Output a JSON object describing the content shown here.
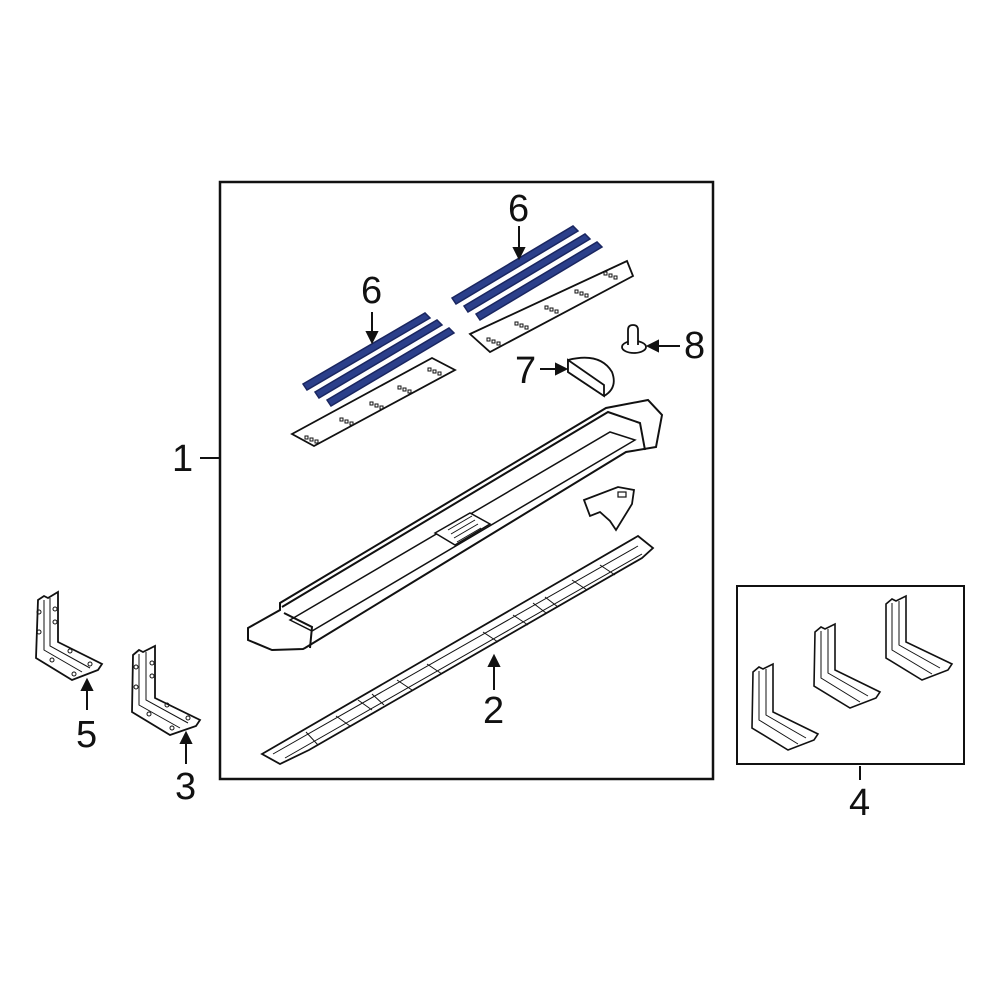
{
  "diagram": {
    "type": "exploded parts diagram",
    "subject": "Running board assembly",
    "colors": {
      "line": "#111111",
      "highlight": "#2b3f8a",
      "highlight_dark": "#1a2660",
      "background": "#ffffff"
    },
    "callouts": [
      {
        "id": "1",
        "label": "1",
        "part": "running-board-assembly"
      },
      {
        "id": "2",
        "label": "2",
        "part": "lower-trim-molding"
      },
      {
        "id": "3",
        "label": "3",
        "part": "mounting-bracket"
      },
      {
        "id": "4",
        "label": "4",
        "part": "mounting-bracket-set"
      },
      {
        "id": "5",
        "label": "5",
        "part": "mounting-bracket"
      },
      {
        "id": "6a",
        "label": "6",
        "part": "step-pad-insert-strips-rear"
      },
      {
        "id": "6b",
        "label": "6",
        "part": "step-pad-insert-strips-front"
      },
      {
        "id": "7",
        "label": "7",
        "part": "end-cap"
      },
      {
        "id": "8",
        "label": "8",
        "part": "retainer-clip"
      }
    ]
  }
}
